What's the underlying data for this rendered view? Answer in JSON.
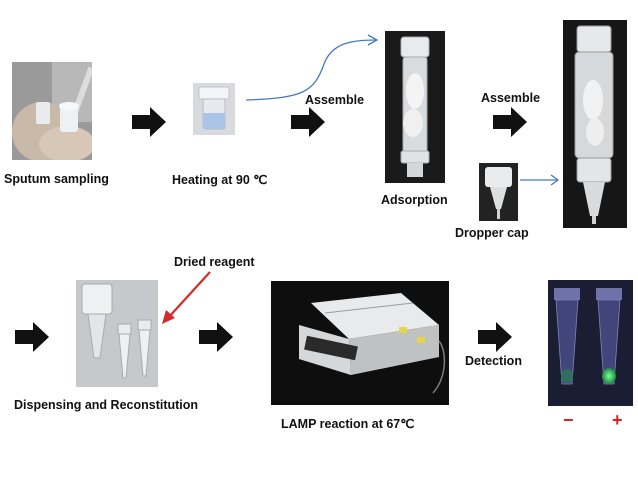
{
  "labels": {
    "sputum": "Sputum sampling",
    "heating": "Heating at 90 ℃",
    "assemble1": "Assemble",
    "assemble2": "Assemble",
    "adsorption": "Adsorption",
    "dropper": "Dropper cap",
    "dried": "Dried reagent",
    "dispensing": "Dispensing and Reconstitution",
    "lamp": "LAMP reaction at  67℃",
    "detection": "Detection",
    "neg": "−",
    "pos": "+"
  },
  "colors": {
    "arrow": "#111111",
    "annotation_arrow_blue": "#4a78c0",
    "annotation_arrow_red": "#d42a2a",
    "sign": "#e02020",
    "fluor_negative": "#2f6f5e",
    "fluor_positive": "#38d06a"
  }
}
